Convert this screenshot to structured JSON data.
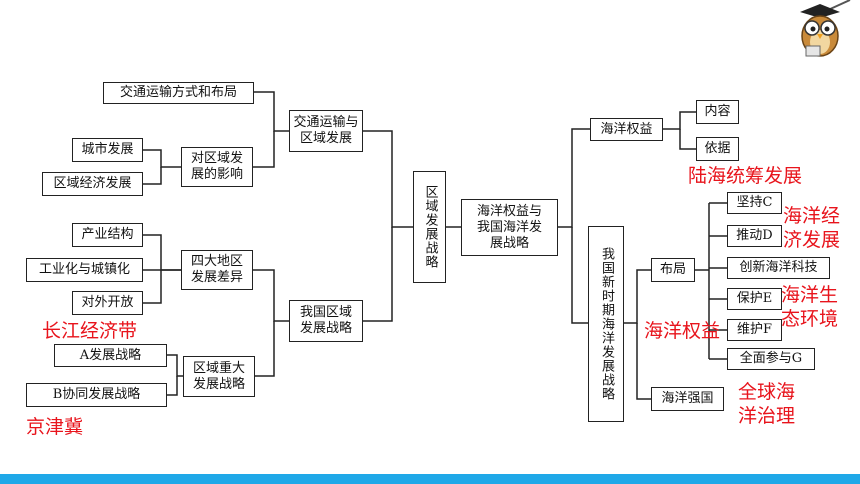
{
  "nodes": {
    "transport_layout": "交通运输方式和布局",
    "city_dev": "城市发展",
    "regional_econ": "区域经济发展",
    "impact_region": "对区域发\n展的影响",
    "transport_region": "交通运输与\n区域发展",
    "industry_structure": "产业结构",
    "industrialization": "工业化与城镇化",
    "opening_up": "对外开放",
    "four_regions": "四大地区\n发展差异",
    "strategy_a": "A发展战略",
    "strategy_b": "B协同发展战略",
    "key_strategy": "区域重大\n发展战略",
    "our_regional": "我国区域\n发展战略",
    "regional_strategy": "区域发展战略",
    "maritime_rights_strategy": "海洋权益与\n我国海洋发\n展战略",
    "maritime_rights": "海洋权益",
    "content": "内容",
    "basis": "依据",
    "new_era": "我国新时期海洋发展战略",
    "layout": "布局",
    "insist_c": "坚持C",
    "promote_d": "推动D",
    "innovate_tech": "创新海洋科技",
    "protect_e": "保护E",
    "maintain_f": "维护F",
    "participate_g": "全面参与G",
    "maritime_power": "海洋强国"
  },
  "annotations": {
    "land_sea": "陆海统筹发展",
    "marine_econ": "海洋经\n济发展",
    "marine_eco": "海洋生\n态环境",
    "marine_rights": "海洋权益",
    "global_ocean": "全球海\n洋治理",
    "yangtze": "长江经济带",
    "jingjinji": "京津冀"
  },
  "colors": {
    "annotation": "#e8141c",
    "accent_bar": "#1fa8e8"
  },
  "icons": [
    "owl-teacher-icon"
  ]
}
